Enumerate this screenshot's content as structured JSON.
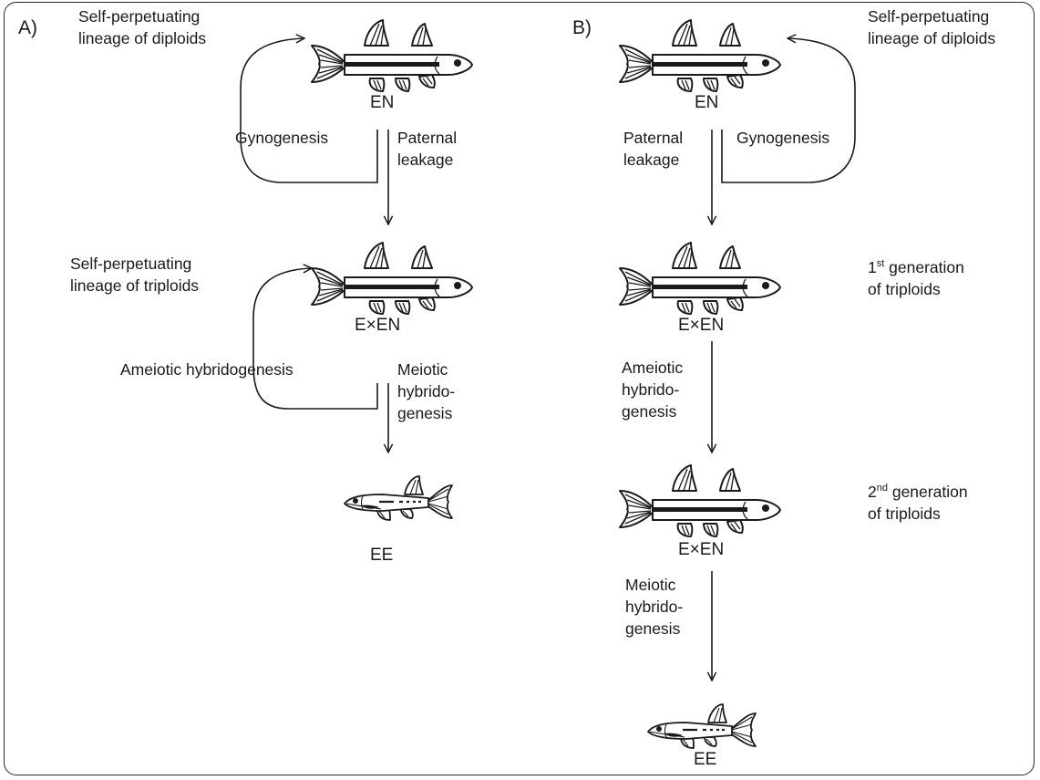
{
  "panel_a": {
    "letter": "A)",
    "diploid_loop_line1": "Self-perpetuating",
    "diploid_loop_line2": "lineage of diploids",
    "top_label": "EN",
    "gynogenesis": "Gynogenesis",
    "paternal_line1": "Paternal",
    "paternal_line2": "leakage",
    "triploid_loop_line1": "Self-perpetuating",
    "triploid_loop_line2": "lineage of triploids",
    "mid_label": "E×EN",
    "ameiotic": "Ameiotic hybridogenesis",
    "meiotic_line1": "Meiotic",
    "meiotic_line2": "hybrido-",
    "meiotic_line3": "genesis",
    "bottom_label": "EE"
  },
  "panel_b": {
    "letter": "B)",
    "diploid_loop_line1": "Self-perpetuating",
    "diploid_loop_line2": "lineage of diploids",
    "top_label": "EN",
    "paternal_line1": "Paternal",
    "paternal_line2": "leakage",
    "gynogenesis": "Gynogenesis",
    "gen1_ord_num": "1",
    "gen1_ord_sup": "st",
    "gen1_line1_rest": " generation",
    "gen1_line2": "of triploids",
    "mid_label": "E×EN",
    "ameiotic_line1": "Ameiotic",
    "ameiotic_line2": "hybrido-",
    "ameiotic_line3": "genesis",
    "gen2_ord_num": "2",
    "gen2_ord_sup": "nd",
    "gen2_line1_rest": " generation",
    "gen2_line2": "of triploids",
    "mid2_label": "E×EN",
    "meiotic_line1": "Meiotic",
    "meiotic_line2": "hybrido-",
    "meiotic_line3": "genesis",
    "bottom_label": "EE"
  },
  "icons": {
    "large_fish": "triploid-fish-icon",
    "small_fish": "diploid-fish-icon"
  },
  "colors": {
    "ink": "#1a1a1a"
  }
}
